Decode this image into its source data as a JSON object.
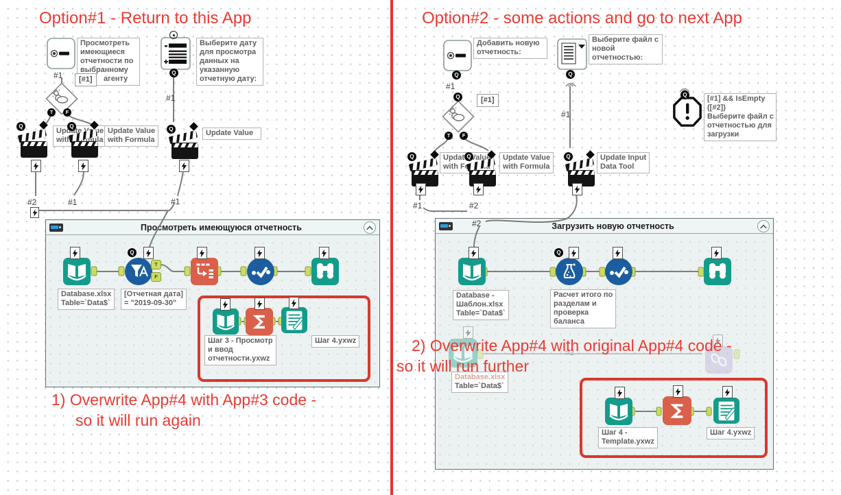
{
  "glyphs": {
    "q": "Q",
    "t": "T",
    "f": "F"
  },
  "left": {
    "title": "Option#1 - Return to this App",
    "radio_note_lines": [
      "Просмотреть",
      "имеющиеся",
      "отчетности по",
      "выбранному",
      "агенту"
    ],
    "radio_ref_badge": "[#1]",
    "radio_conn": "#1",
    "listbox_note_lines": [
      "Выберите дату",
      "для просмотра",
      "данных на",
      "указанную",
      "отчетную дату:"
    ],
    "listbox_conn": "#1",
    "action1_label_lines": [
      "Update Value",
      "with Formula"
    ],
    "action2_label_lines": [
      "Update Value",
      "with Formula"
    ],
    "action3_label": "Update Value",
    "wire2": "#2",
    "wire1": "#1",
    "wire3": "#1",
    "container": {
      "title": "Просмотреть имеющуюся отчетность",
      "input_note_lines": [
        "Database.xlsx",
        "Table=`Data$`"
      ],
      "filter_note_lines": [
        "[Отчетная дата]",
        "= \"2019-09-30\""
      ],
      "redbox": {
        "input_note_lines": [
          "Шаг 3 - Просмотр",
          "и ввод",
          "отчетности.yxwz"
        ],
        "output_note": "Шаг 4.yxwz"
      }
    },
    "note_lines": [
      "1) Overwrite App#4 with App#3 code -",
      "so it will run again"
    ]
  },
  "right": {
    "title": "Option#2 - some actions and go to next App",
    "radio_note_lines": [
      "Добавить новую",
      "отчетность:"
    ],
    "radio_conn": "#1",
    "condition_ref_badge": "[#1]",
    "filebrowse_note_lines": [
      "Выберите файл с",
      "новой",
      "отчетностью:"
    ],
    "filebrowse_conn": "#1",
    "action1_label_lines": [
      "Update Value",
      "with Formula"
    ],
    "action2_label_lines": [
      "Update Value",
      "with Formula"
    ],
    "action3_label_lines": [
      "Update Input",
      "Data Tool"
    ],
    "wire1": "#1",
    "wire2": "#2",
    "wire2b": "#2",
    "error_note_lines": [
      "[#1] && IsEmpty",
      "([#2])",
      "Выберите файл с",
      "отчетностью для",
      "загрузки"
    ],
    "container": {
      "title": "Загрузить новую отчетность",
      "input_note_lines": [
        "Database -",
        "Шаблон.xlsx",
        "Table=`Data$`"
      ],
      "formula_note_lines": [
        "Расчет итого по",
        "разделам и",
        "проверка",
        "баланса"
      ],
      "ghost_note_lines": [
        "Database.xlsx",
        "Table=`Data$`"
      ],
      "ghost_wire": "#2",
      "redbox": {
        "input_note_lines": [
          "Шаг 4 -",
          "Template.yxwz"
        ],
        "output_note": "Шаг 4.yxwz"
      }
    },
    "note_lines": [
      "2) Overwrite App#4 with original App#4 code -",
      "so it will run further"
    ]
  },
  "colors": {
    "accent_red": "#e83c34",
    "teal": "#149c8b",
    "blue": "#1c5d9f",
    "orange": "#d9604a",
    "lime": "#cbdc64"
  }
}
